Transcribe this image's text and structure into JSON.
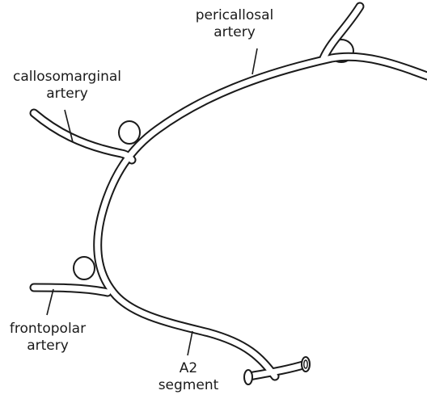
{
  "labels": {
    "pericallosal": {
      "line1": "pericallosal",
      "line2": "artery"
    },
    "callosomarginal": {
      "line1": "callosomarginal",
      "line2": "artery"
    },
    "frontopolar": {
      "line1": "frontopolar",
      "line2": "artery"
    },
    "a2": {
      "line1": "A2",
      "line2": "segment"
    }
  }
}
